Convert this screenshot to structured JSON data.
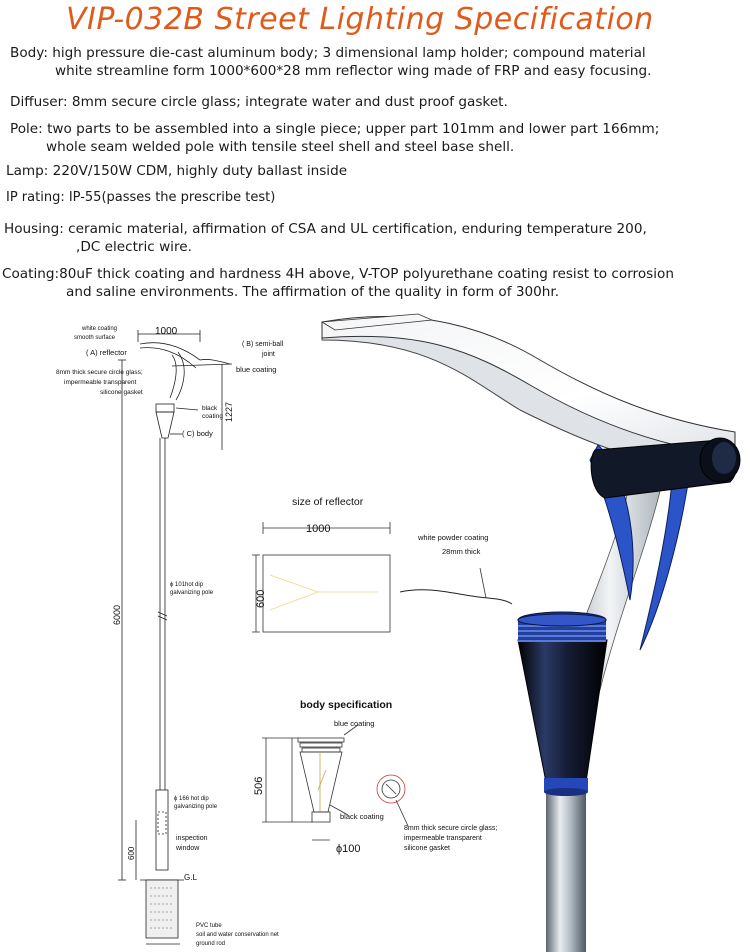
{
  "title": "VIP-032B Street Lighting Specification",
  "specs": {
    "body": {
      "line1": "Body: high pressure die-cast aluminum body; 3 dimensional lamp holder; compound material",
      "line2": "white streamline form 1000*600*28 mm reflector wing made of FRP and easy focusing."
    },
    "diffuser": {
      "line1": "Diffuser: 8mm secure circle  glass; integrate water and dust proof gasket."
    },
    "pole": {
      "line1": "Pole: two parts to be assembled into a single piece; upper  part 101mm and lower part 166mm;",
      "line2": "whole seam welded pole with tensile steel shell and steel base shell."
    },
    "lamp": {
      "line1": "Lamp: 220V/150W CDM, highly duty ballast inside"
    },
    "ip": {
      "line1": "IP rating: IP-55(passes the prescribe test)"
    },
    "housing": {
      "line1": "Housing: ceramic material, affirmation of CSA and UL certification, enduring temperature 200,",
      "line2": ",DC electric wire."
    },
    "coating": {
      "line1": "Coating:80uF thick coating and hardness 4H above, V-TOP polyurethane coating resist to corrosion",
      "line2": "and saline environments.  The affirmation of the quality in form of 300hr."
    }
  },
  "pole_drawing": {
    "dim_top": "1000",
    "label_white_coating": "white coating",
    "label_smooth_surface": "smooth surface",
    "label_reflector": "( A)  reflector",
    "label_semiball": "( B)  semi-ball",
    "label_joint": "joint",
    "label_blue_coating": "blue coating",
    "label_glass1": "8mm thick secure circle glass;",
    "label_glass2": "impermeable transparent",
    "label_glass3": "silicone gasket",
    "label_black": "black",
    "label_coating": "coating",
    "label_body": "( C)  body",
    "dim_1227": "1227",
    "dim_6000": "6000",
    "label_pole101_1": "ϕ 101hot dip",
    "label_pole101_2": "galvanizing pole",
    "label_pole166_1": "ϕ 166 hot dip",
    "label_pole166_2": "galvanizing pole",
    "label_inspection1": "inspection",
    "label_inspection2": "window",
    "dim_600": "600",
    "label_gl": "G.L",
    "label_pvc": "PVC tube",
    "label_soil": "soil and water conservation net",
    "label_ground": "ground rod"
  },
  "reflector_drawing": {
    "heading": "size of reflector",
    "dim_width": "1000",
    "dim_height": "600",
    "label_powder": "white powder coating",
    "label_thick": "28mm thick"
  },
  "body_drawing": {
    "heading": "body specification",
    "label_blue": "blue coating",
    "dim_height": "506",
    "label_black": "black coating",
    "dim_dia": "ϕ100",
    "label_glass1": "8mm thick secure circle glass;",
    "label_glass2": "impermeable transparent",
    "label_glass3": "silicone gasket"
  },
  "colors": {
    "title": "#e05a1c",
    "navy": "#1a2a6e",
    "blue": "#2a54c8",
    "pole": "#8a96a0"
  }
}
